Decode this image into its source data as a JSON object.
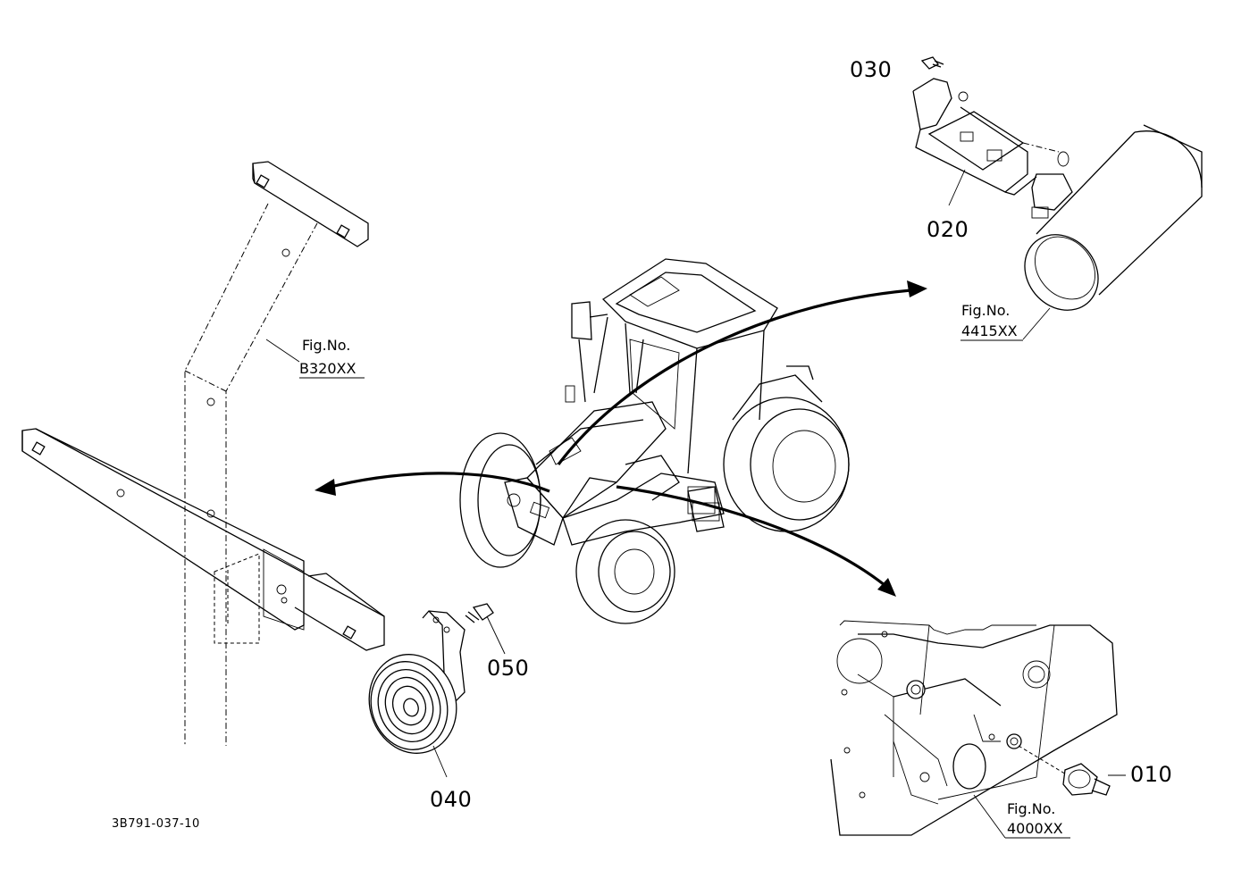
{
  "diagram": {
    "drawing_number": "3B791-037-10",
    "parts": [
      {
        "id": "p010",
        "number": "010"
      },
      {
        "id": "p020",
        "number": "020"
      },
      {
        "id": "p030",
        "number": "030"
      },
      {
        "id": "p040",
        "number": "040"
      },
      {
        "id": "p050",
        "number": "050"
      }
    ],
    "figure_refs": [
      {
        "id": "fig-b320",
        "label": "Fig.No.",
        "ref": "B320XX"
      },
      {
        "id": "fig-4415",
        "label": "Fig.No.",
        "ref": "4415XX"
      },
      {
        "id": "fig-4000",
        "label": "Fig.No.",
        "ref": "4000XX"
      }
    ]
  }
}
